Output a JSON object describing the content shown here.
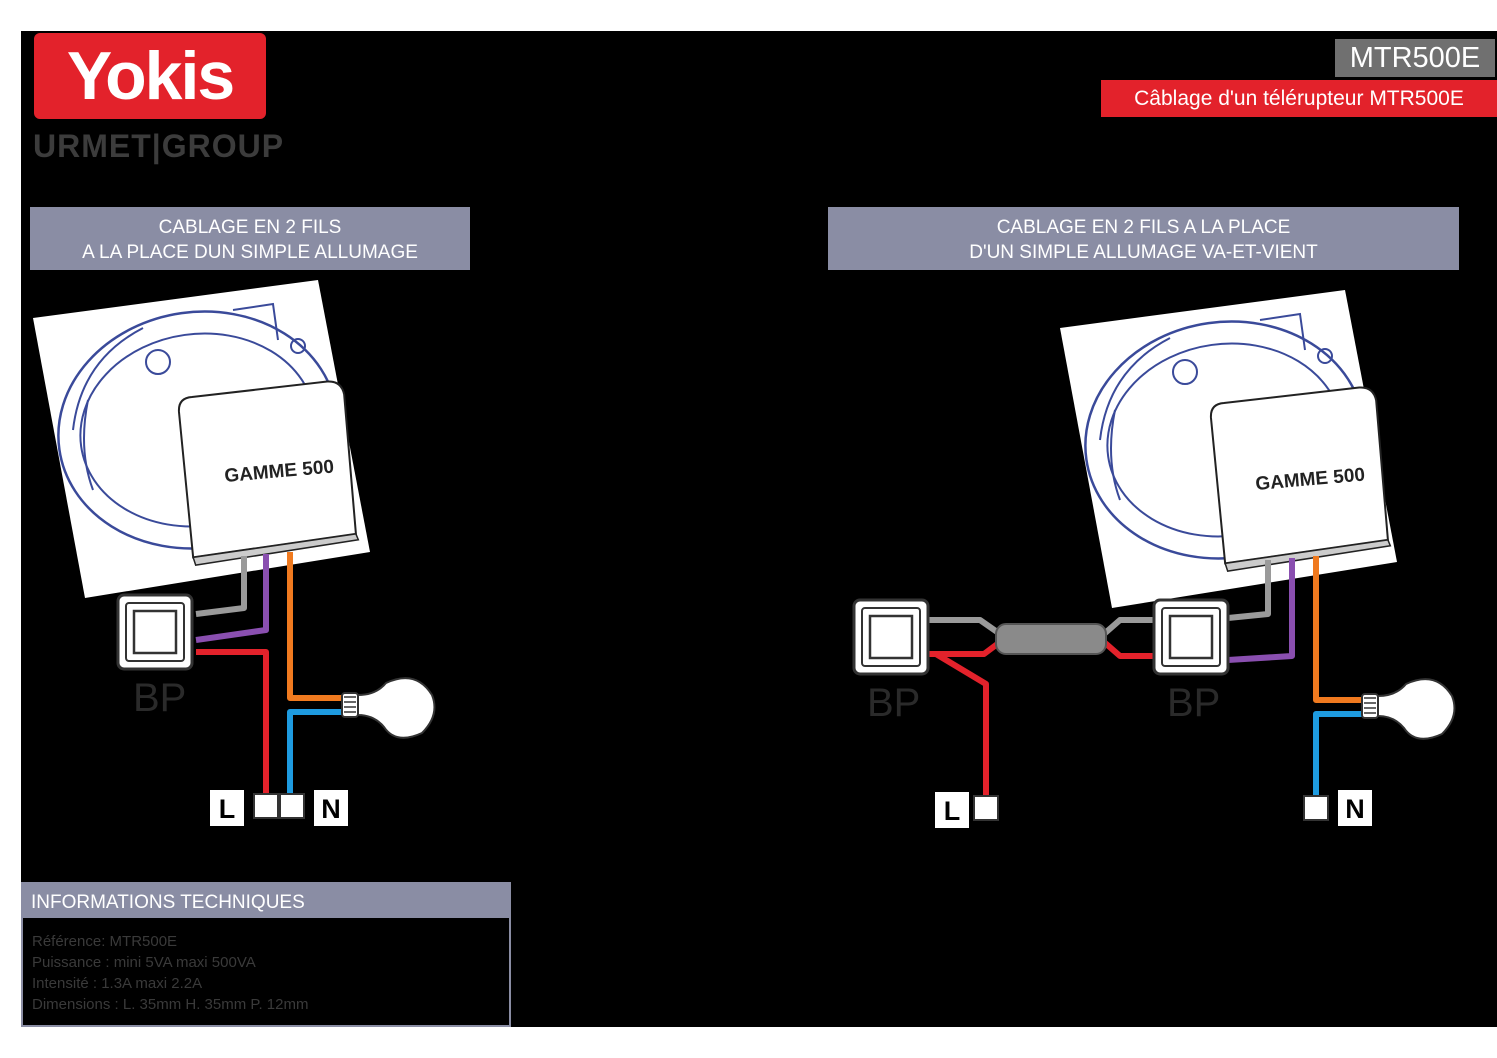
{
  "brand": {
    "logo_text": "Yokis",
    "group_text": "URMET|GROUP"
  },
  "header": {
    "model": "MTR500E",
    "subtitle": "Câblage d'un télérupteur MTR500E"
  },
  "left_section": {
    "title_line1": "CABLAGE EN 2 FILS",
    "title_line2": "A LA PLACE DUN SIMPLE ALLUMAGE",
    "module_label": "GAMME 500",
    "button_label": "BP",
    "terminal_l": "L",
    "terminal_n": "N"
  },
  "right_section": {
    "title_line1": "CABLAGE EN 2 FILS A LA PLACE",
    "title_line2": "D'UN SIMPLE ALLUMAGE VA-ET-VIENT",
    "module_label": "GAMME 500",
    "button_label_1": "BP",
    "button_label_2": "BP",
    "terminal_l": "L",
    "terminal_n": "N"
  },
  "info": {
    "title": "INFORMATIONS TECHNIQUES",
    "lines": [
      "Référence: MTR500E",
      "Puissance : mini 5VA maxi 500VA",
      "Intensité : 1.3A maxi 2.2A",
      "Dimensions : L. 35mm H. 35mm P. 12mm"
    ]
  },
  "colors": {
    "brand_red": "#e3222b",
    "header_grey": "#8a8da4",
    "wire_grey": "#9a9a9a",
    "wire_purple": "#8a4fb0",
    "wire_orange": "#f07a1f",
    "wire_red": "#e3222b",
    "wire_blue": "#1e9be0",
    "box_outline": "#3a4a9a"
  }
}
